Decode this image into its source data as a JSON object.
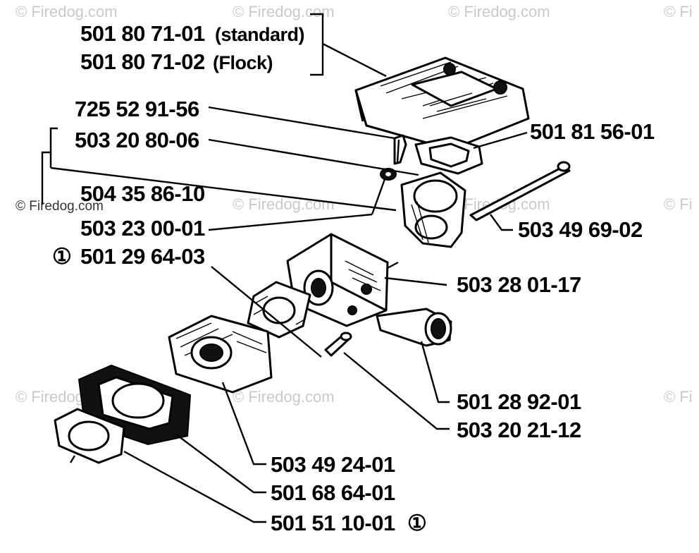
{
  "watermarks": {
    "top": [
      "© Firedog.com",
      "© Firedog.com",
      "© Firedog.com",
      "© Fi"
    ],
    "middle": [
      "© Firedog.com",
      "© Firedog.com",
      "© Fi"
    ],
    "middle_left": "© Firedog.com",
    "bottom": [
      "© Firedog.com",
      "© Firedog.com",
      "© Fi"
    ]
  },
  "labels": {
    "air_filter_standard": "501 80 71-01",
    "air_filter_standard_note": "(standard)",
    "air_filter_flock": "501 80 71-02",
    "air_filter_flock_note": "(Flock)",
    "screw": "725 52 91-56",
    "gasket_top": "501 81 56-01",
    "washer": "503 20 80-06",
    "bracket_group": "504 35 86-10",
    "holder": "503 23 00-01",
    "rod": "503 49 69-02",
    "kit_mark": "①",
    "carb_kit": "501 29 64-03",
    "carburetor": "503 28 01-17",
    "filter_tube": "501 28 92-01",
    "carb_bolt": "503 20 21-12",
    "intake_adapter": "503 49 24-01",
    "flange": "501 68 64-01",
    "bottom_gasket": "501 51 10-01"
  }
}
